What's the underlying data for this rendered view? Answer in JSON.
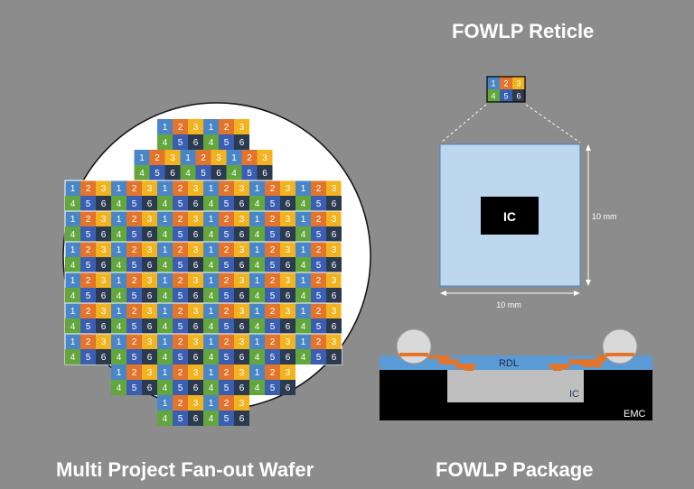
{
  "titles": {
    "reticle": "FOWLP Reticle",
    "wafer": "Multi Project Fan-out Wafer",
    "package": "FOWLP Package"
  },
  "cell_colors": {
    "1": "#4a86c6",
    "2": "#e2742c",
    "3": "#f2b320",
    "4": "#62a63d",
    "5": "#3b5fb0",
    "6": "#2c3a4f"
  },
  "wafer": {
    "rows": [
      "123123",
      "456456",
      "123123123",
      "456456456",
      "123123123123123123",
      "456456456456456456",
      "123123123123123123",
      "456456456456456456",
      "123123123123123123",
      "456456456456456456",
      "123123123123123123",
      "456456456456456456",
      "123123123123123123",
      "456456456456456456",
      "123123123123123123",
      "456456456456456456",
      "123123123123",
      "456456456456",
      "123123",
      "456456"
    ]
  },
  "reticle": {
    "ic_label": "IC",
    "width_label": "10 mm",
    "height_label": "10 mm"
  },
  "package": {
    "rdl_label": "RDL",
    "ic_label": "IC",
    "emc_label": "EMC"
  }
}
